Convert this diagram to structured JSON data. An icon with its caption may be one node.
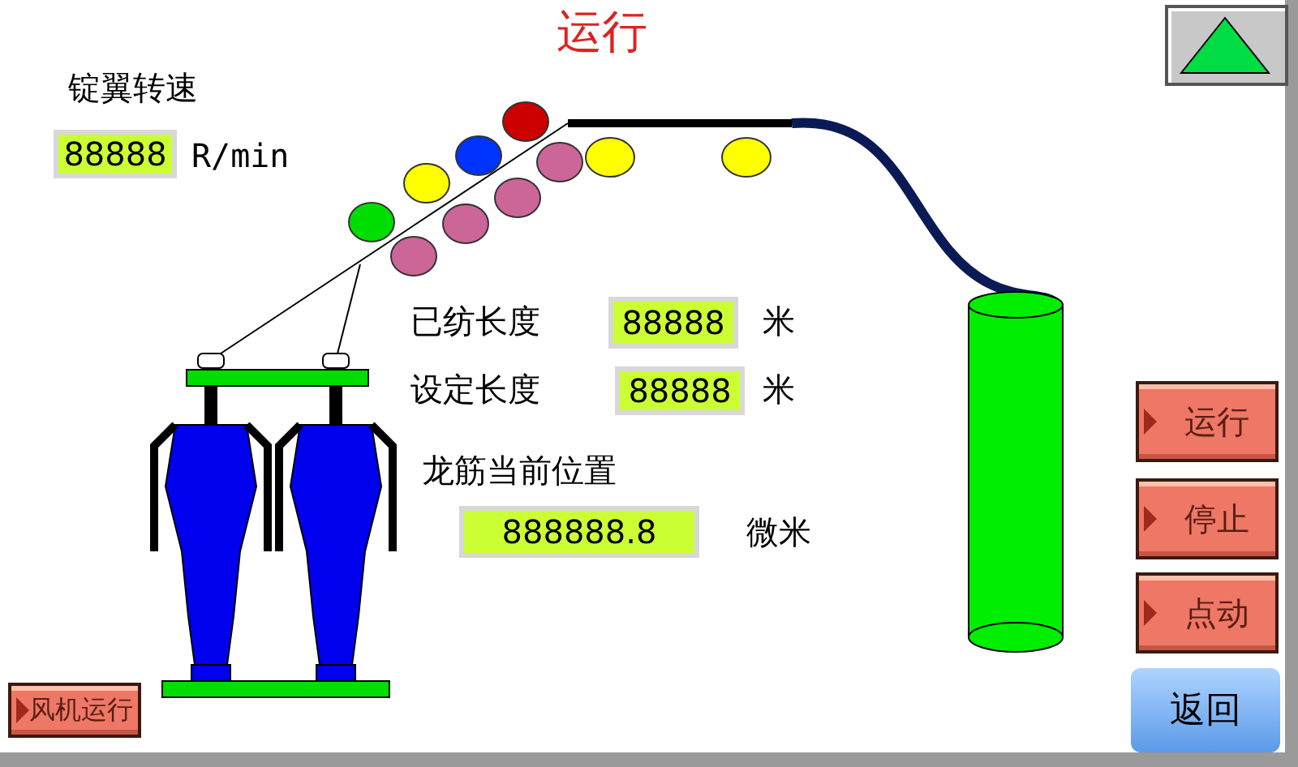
{
  "diagram": {
    "title": "运行",
    "nodes": [
      {
        "text": [
          "88888"
        ]
      },
      {
        "text": [
          "88888"
        ]
      },
      {
        "text": [
          "88888"
        ]
      },
      {
        "text": [
          "运行"
        ]
      },
      {
        "text": [
          "888888.8"
        ]
      },
      {
        "text": [
          "停止"
        ]
      },
      {
        "text": [
          "点动"
        ]
      },
      {
        "text": [
          "风机运行"
        ]
      },
      {
        "text": [
          "返回"
        ]
      }
    ],
    "edges": [],
    "labels": [
      "锭翼转速",
      "R/min",
      "已纺长度",
      "米",
      "设定长度",
      "米",
      "龙筋当前位置",
      "微米"
    ]
  }
}
